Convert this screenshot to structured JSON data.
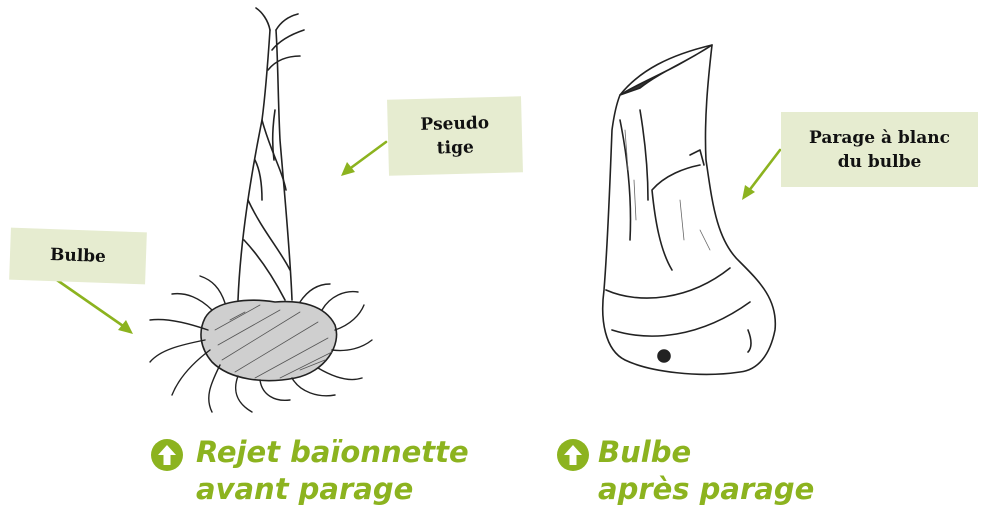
{
  "notes": {
    "pseudo_tige": "Pseudo\ntige",
    "bulbe": "Bulbe",
    "parage": "Parage à blanc\ndu bulbe"
  },
  "captions": {
    "left": {
      "line1": "Rejet baïonnette",
      "line2": "avant parage"
    },
    "right": {
      "line1": "Bulbe",
      "line2": "après parage"
    }
  },
  "colors": {
    "accent": "#8cb31f",
    "note_bg": "#e6ecd0",
    "ink": "#222222"
  },
  "icons": {
    "caption_marker": "up-arrow-circle-icon"
  }
}
